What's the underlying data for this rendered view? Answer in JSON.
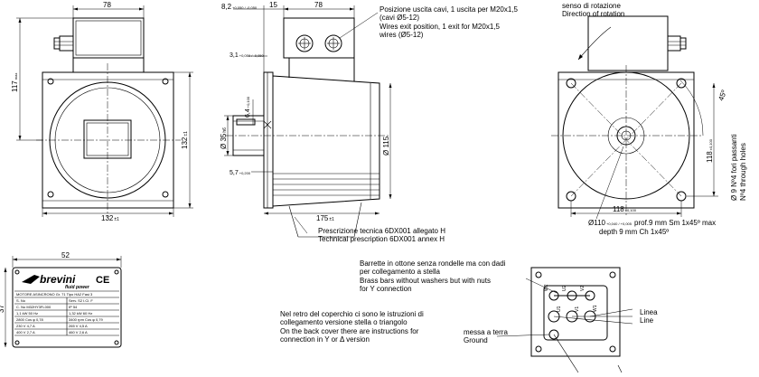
{
  "front_view": {
    "dim_top": "78",
    "dim_left": "117",
    "dim_left_unit": "max",
    "dim_right": "132",
    "dim_right_tol": "±1",
    "dim_bottom": "132",
    "dim_bottom_tol": "±1"
  },
  "side_view": {
    "dim_8": "8,2",
    "dim_8_tol": "+0,050 / -0,050",
    "dim_15": "15",
    "dim_78": "78",
    "dim_3": "3,1",
    "dim_3_tol": "+0,050 / -0,050",
    "dim_6": "6,4",
    "dim_6_tol": "+0,100",
    "dim_35": "Ø 35",
    "dim_35_tol": "h6",
    "dim_5": "5,7",
    "dim_5_tol": "+0,200",
    "dim_115": "Ø 115",
    "dim_175": "175",
    "dim_175_tol": "±1",
    "cable_it_1": "Posizione uscita cavi, 1 uscita per M20x1,5",
    "cable_it_2": "(cavi Ø5-12)",
    "cable_en_1": "Wires exit position, 1 exit for M20x1,5",
    "cable_en_2": "wires (Ø5-12)",
    "prescr_it": "Prescrizione tecnica 6DX001 allegato H",
    "prescr_en": "Technical prescription 6DX001 annex H"
  },
  "rear_view": {
    "rotation_it": "senso di rotazione",
    "rotation_en": "Direction of rotation",
    "angle": "45º",
    "holes_it": "Ø 9 Nº4 fori passanti",
    "holes_en": "Nº4 through holes",
    "dim_118_v": "118",
    "dim_118_v_tol": "±0,100",
    "dim_118_h": "118",
    "dim_118_h_tol": "±0,100",
    "spigot_1": "Ø110",
    "spigot_1_tol": "+0,040 / +0,005",
    "spigot_2": "prof.9 mm Sm 1x45º max",
    "spigot_3": "depth 9 mm Ch 1x45º"
  },
  "nameplate": {
    "dim_width": "52",
    "dim_height": "37",
    "brand": "brevini",
    "sub_brand": "fluid power",
    "ce": "CE",
    "row1": "MOTORE ASINCRONO  Gr. 71  Tipo HA2  Fasi 3",
    "row2a": "S. No",
    "row2b": "Serv. S2  I.Cl. F",
    "row3a": "C. No  M32HY3FL000",
    "row3b": "IP 54",
    "row4a": "1,1 kW  50 Hz",
    "row4b": "1,32 kW  60 Hz",
    "row5a": "2800 Cos φ 0,78",
    "row5b": "3400 rpm  Cos φ 0,79",
    "row6a": "230 V  4,7 A",
    "row6b": "265 V  4,5 A",
    "row7a": "400 V  2,7 A",
    "row7b": "460 V  2,6 A"
  },
  "terminal": {
    "bars_it_1": "Barrette in ottone senza rondelle ma con dadi",
    "bars_it_2": "per collegamento a stella",
    "bars_en_1": "Brass bars without washers but with nuts",
    "bars_en_2": "for Y connection",
    "cover_it_1": "Nel retro del coperchio ci sono le istruzioni di",
    "cover_it_2": "collegamento versione stella o triangolo",
    "cover_en_1": "On the back cover there are instructions for",
    "cover_en_2": "connection in Y or Δ version",
    "ground_it": "messa a terra",
    "ground_en": "Ground",
    "line_it": "Linea",
    "line_en": "Line",
    "label_w2": "W2",
    "label_u2": "U2",
    "label_v2": "V2",
    "label_u1": "U1",
    "label_v1": "V1",
    "label_w1": "W1"
  }
}
